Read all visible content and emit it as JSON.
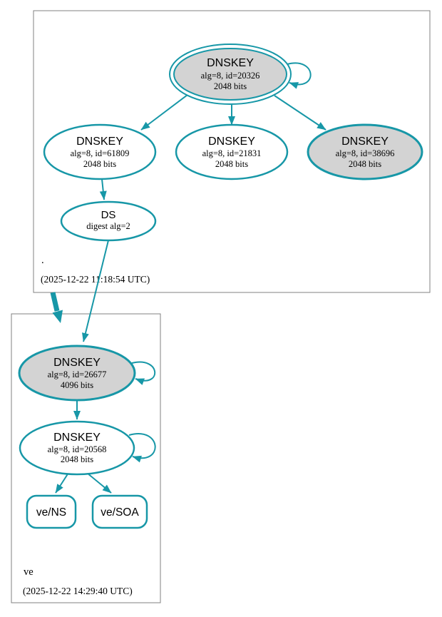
{
  "zones": {
    "root": {
      "name": ".",
      "timestamp": "(2025-12-22 11:18:54 UTC)"
    },
    "ve": {
      "name": "ve",
      "timestamp": "(2025-12-22 14:29:40 UTC)"
    }
  },
  "nodes": {
    "root_ksk_20326": {
      "title": "DNSKEY",
      "detail1": "alg=8, id=20326",
      "detail2": "2048 bits"
    },
    "root_zsk_61809": {
      "title": "DNSKEY",
      "detail1": "alg=8, id=61809",
      "detail2": "2048 bits"
    },
    "root_zsk_21831": {
      "title": "DNSKEY",
      "detail1": "alg=8, id=21831",
      "detail2": "2048 bits"
    },
    "root_ksk_38696": {
      "title": "DNSKEY",
      "detail1": "alg=8, id=38696",
      "detail2": "2048 bits"
    },
    "ds": {
      "title": "DS",
      "detail1": "digest alg=2"
    },
    "ve_ksk_26677": {
      "title": "DNSKEY",
      "detail1": "alg=8, id=26677",
      "detail2": "4096 bits"
    },
    "ve_zsk_20568": {
      "title": "DNSKEY",
      "detail1": "alg=8, id=20568",
      "detail2": "2048 bits"
    },
    "ve_ns": {
      "label": "ve/NS"
    },
    "ve_soa": {
      "label": "ve/SOA"
    }
  },
  "colors": {
    "secure_edge": "#1797a7",
    "ksk_fill": "#d3d3d3",
    "node_fill": "#ffffff",
    "zone_box_border": "#808080",
    "text": "#000000"
  }
}
